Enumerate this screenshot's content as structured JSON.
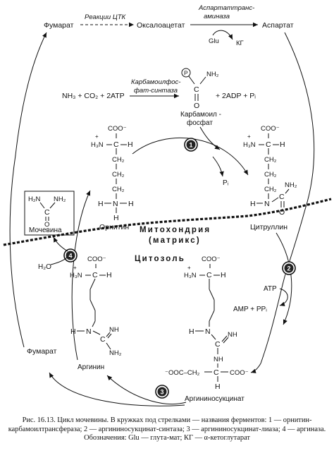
{
  "labels": {
    "fumarate_top": "Фумарат",
    "tca": "Реакции ЦТК",
    "oxaloacetate": "Оксалоацетат",
    "aspartate_enzyme_1": "Аспартаттранс-",
    "aspartate_enzyme_2": "аминаза",
    "aspartate": "Аспартат",
    "glu": "Glu",
    "kg": "КГ",
    "cps_1": "Карбамоилфос-",
    "cps_2": "фат-синтаза",
    "reaction_left": "NH₃ + CO₂ + 2ATP",
    "reaction_right": "+ 2ADP + Pᵢ",
    "carbamoyl_1": "Карбамоил -",
    "carbamoyl_2": "фосфат",
    "phosphate": "P",
    "pi": "Pᵢ",
    "ornithine": "Орнитин",
    "citrulline": "Цитруллин",
    "urea": "Мочевина",
    "mito_1": "Митохондрия",
    "mito_2": "(матрикс)",
    "cytosol": "Цитозоль",
    "water": "H₂O",
    "atp": "ATP",
    "amp": "AMP + PPᵢ",
    "fumarate_bottom": "Фумарат",
    "arginine": "Аргинин",
    "argininosuccinate": "Аргининосукцинат"
  },
  "chem": {
    "coo": "COO⁻",
    "h3n_plus": "H₃N",
    "plus": "+",
    "c": "C",
    "h": "H",
    "ch2": "CH₂",
    "n": "N",
    "nh": "NH",
    "nh2": "NH₂",
    "h2n": "H₂N",
    "o": "O",
    "ooc_ch2": "⁻OOC–CH₂",
    "dash": "—"
  },
  "enzymes": [
    "1",
    "2",
    "3",
    "4"
  ],
  "caption": {
    "line1": "Рис. 16.13. Цикл мочевины. В кружках под стрелками — названия ферментов:",
    "line2": "1 — орнитин-карбамоилтрансфераза; 2 — аргининосукцинат-синтаза; 3 — аргининосукцинат-лиаза; 4 — аргиназа. Обозначения: Glu — глута-мат; КГ — α-кетоглутарат"
  },
  "colors": {
    "ink": "#111111",
    "enzyme_fill": "#222222"
  }
}
